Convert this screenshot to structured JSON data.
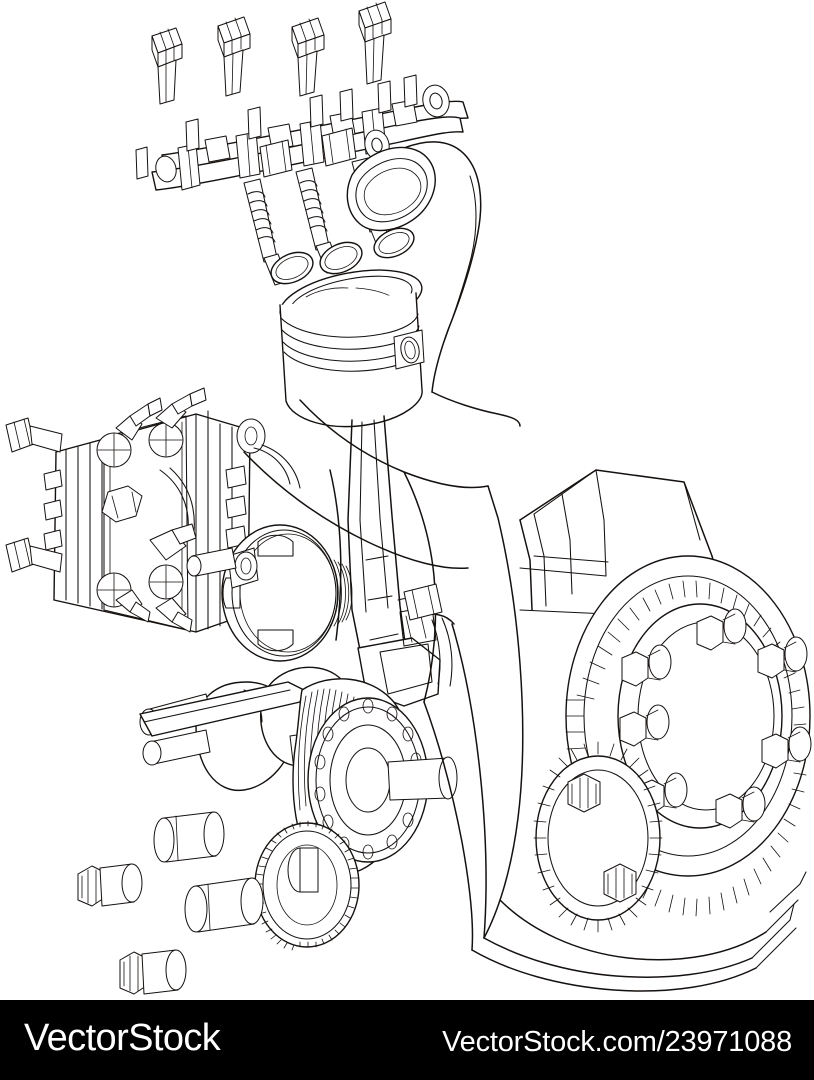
{
  "artwork": {
    "title": "Engine parts exploded wireframe line drawing",
    "style": "black-and-white technical outline illustration",
    "background_color": "#ffffff",
    "line_color": "#15110f",
    "components": [
      "hex-head-bolts",
      "camshaft-rocker-assembly",
      "valves-with-springs",
      "piston-upper",
      "connecting-rod",
      "cylinder-head-with-cooling-fins",
      "piston-lower",
      "crankshaft-counterweights",
      "timing-gear-large",
      "timing-gear-small",
      "engine-block",
      "flywheel-with-ring-gear",
      "loose-bolts-and-pins"
    ]
  },
  "footer": {
    "logo_text": "VectorStock",
    "url_text": "VectorStock.com/23971088",
    "background_color": "#000000",
    "text_color": "#ffffff"
  }
}
